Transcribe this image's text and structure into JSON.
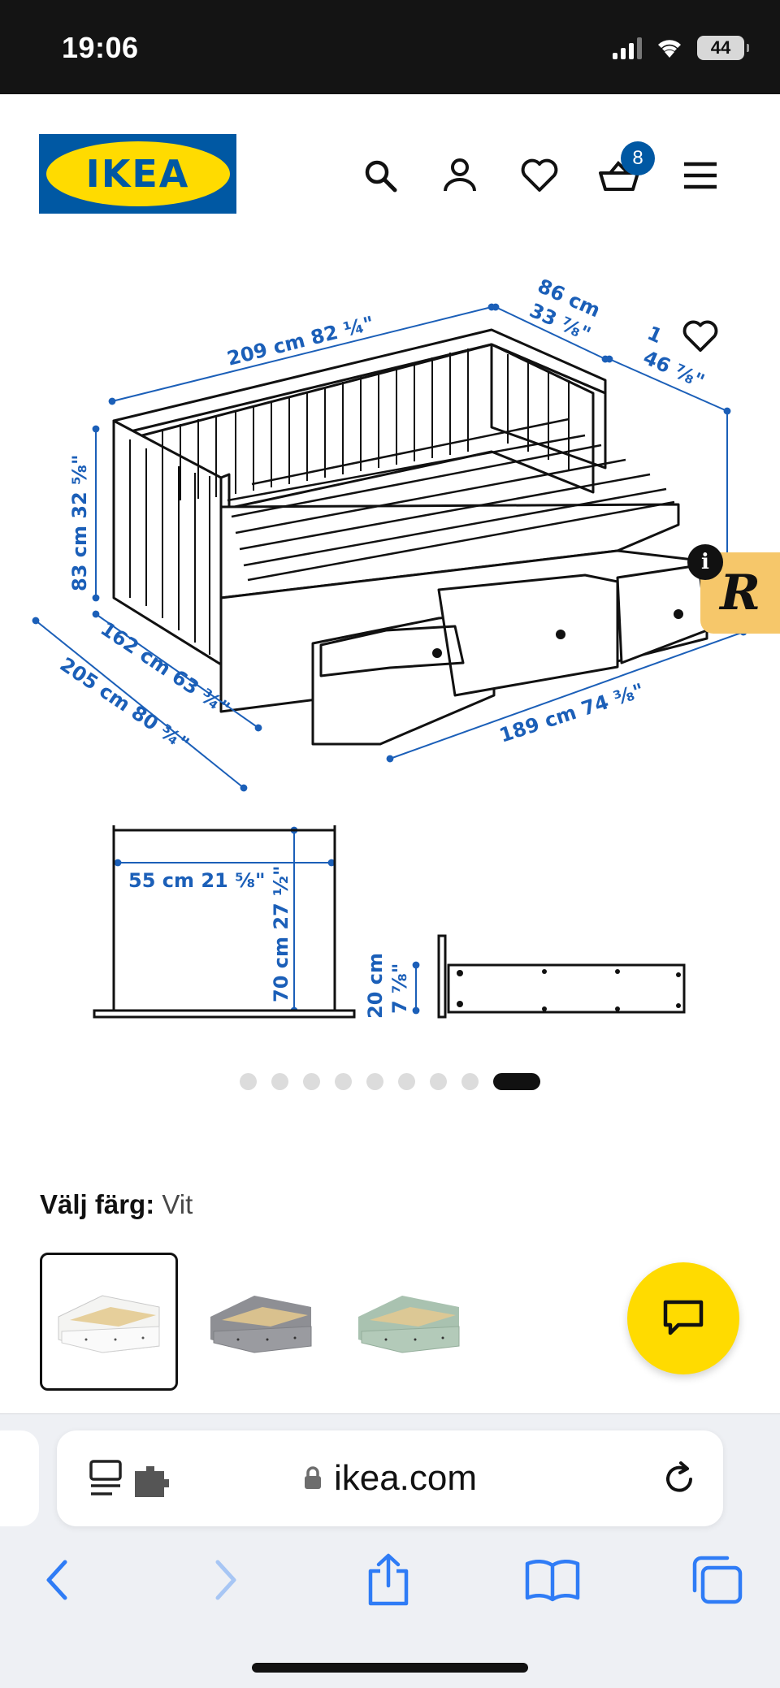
{
  "status_bar": {
    "time": "19:06",
    "battery": "44"
  },
  "header": {
    "logo_text": "IKEA",
    "cart_count": "8",
    "icons": [
      "search-icon",
      "account-icon",
      "heart-icon",
      "basket-icon",
      "menu-icon"
    ]
  },
  "gallery": {
    "dimensions": {
      "width_back": "209 cm 82 ¼\"",
      "depth": "86 cm",
      "depth_in": "33 ⅞\"",
      "right_partial_1": "1",
      "right_partial_2": "46 ⅞\"",
      "height": "83 cm 32 ⅝\"",
      "depth_closed": "162 cm 63 ¾\"",
      "depth_open": "205 cm 80 ¾\"",
      "length": "189 cm 74 ⅜\"",
      "inner_width": "55 cm 21 ⅝\"",
      "inner_height": "70 cm 27 ½\"",
      "drawer_height_cm": "20 cm",
      "drawer_height_in": "7 ⅞\""
    },
    "info_badge": "i",
    "extension_badge": "R",
    "dots_total": 9,
    "active_dot": 9
  },
  "color_selector": {
    "label": "Välj färg:",
    "value": "Vit",
    "swatches": [
      "Vit",
      "Grå",
      "Grön"
    ],
    "colors": {
      "white": "#f4f4f2",
      "grey": "#8e8f94",
      "green": "#a9c2b0"
    }
  },
  "browser": {
    "url": "ikea.com"
  }
}
